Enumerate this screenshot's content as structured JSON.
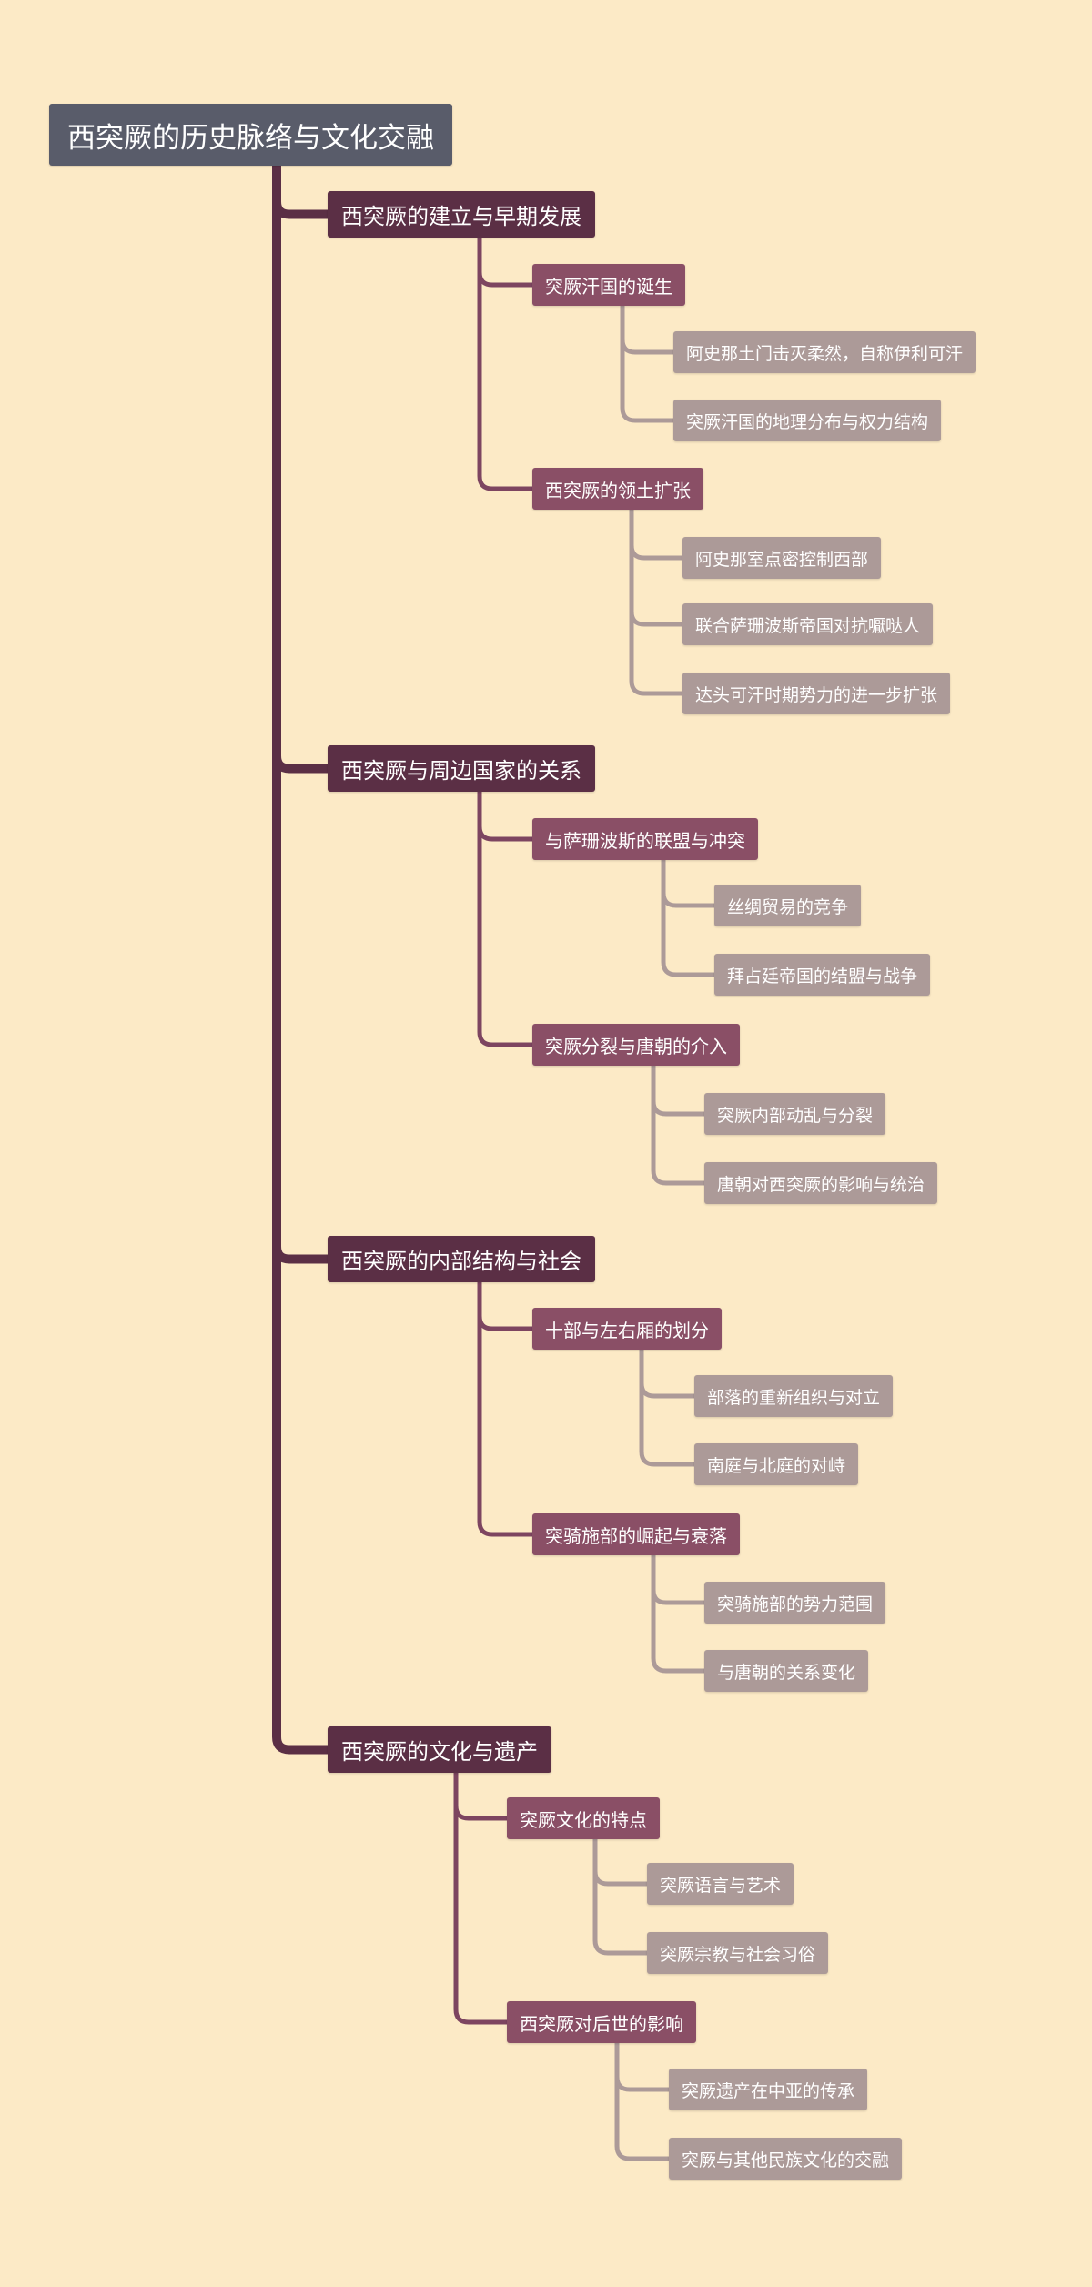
{
  "root": "西突厥的历史脉络与文化交融",
  "branches": [
    {
      "label": "西突厥的建立与早期发展",
      "children": [
        {
          "label": "突厥汗国的诞生",
          "children": [
            "阿史那土门击灭柔然，自称伊利可汗",
            "突厥汗国的地理分布与权力结构"
          ]
        },
        {
          "label": "西突厥的领土扩张",
          "children": [
            "阿史那室点密控制西部",
            "联合萨珊波斯帝国对抗嚈哒人",
            "达头可汗时期势力的进一步扩张"
          ]
        }
      ]
    },
    {
      "label": "西突厥与周边国家的关系",
      "children": [
        {
          "label": "与萨珊波斯的联盟与冲突",
          "children": [
            "丝绸贸易的竞争",
            "拜占廷帝国的结盟与战争"
          ]
        },
        {
          "label": "突厥分裂与唐朝的介入",
          "children": [
            "突厥内部动乱与分裂",
            "唐朝对西突厥的影响与统治"
          ]
        }
      ]
    },
    {
      "label": "西突厥的内部结构与社会",
      "children": [
        {
          "label": "十部与左右厢的划分",
          "children": [
            "部落的重新组织与对立",
            "南庭与北庭的对峙"
          ]
        },
        {
          "label": "突骑施部的崛起与衰落",
          "children": [
            "突骑施部的势力范围",
            "与唐朝的关系变化"
          ]
        }
      ]
    },
    {
      "label": "西突厥的文化与遗产",
      "children": [
        {
          "label": "突厥文化的特点",
          "children": [
            "突厥语言与艺术",
            "突厥宗教与社会习俗"
          ]
        },
        {
          "label": "西突厥对后世的影响",
          "children": [
            "突厥遗产在中亚的传承",
            "突厥与其他民族文化的交融"
          ]
        }
      ]
    }
  ],
  "colors": {
    "background": "#fceac6",
    "root": "#595c6a",
    "level1": "#5b2f45",
    "level2": "#8a4f66",
    "level3": "#ac9a98"
  }
}
